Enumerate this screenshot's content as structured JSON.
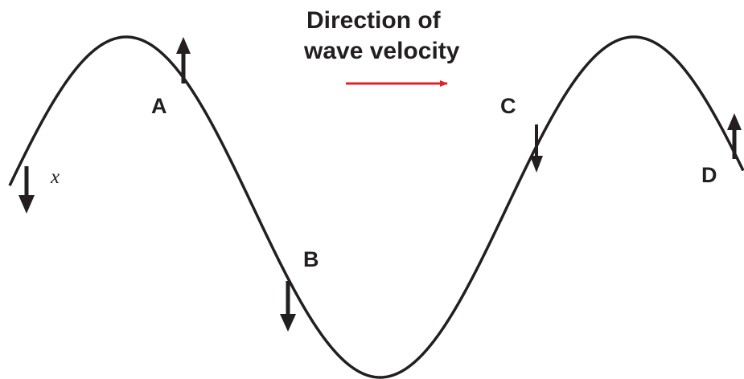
{
  "title_lines": [
    "Direction of",
    "wave velocity"
  ],
  "points": [
    {
      "id": "A",
      "label": "A",
      "motion": "up"
    },
    {
      "id": "B",
      "label": "B",
      "motion": "down"
    },
    {
      "id": "C",
      "label": "C",
      "motion": "down"
    },
    {
      "id": "D",
      "label": "D",
      "motion": "up"
    }
  ],
  "position_label": "x",
  "left_end_motion": "down",
  "colors": {
    "wave": "#231f20",
    "velocity_arrow": "#e32227",
    "text": "#231f20"
  }
}
